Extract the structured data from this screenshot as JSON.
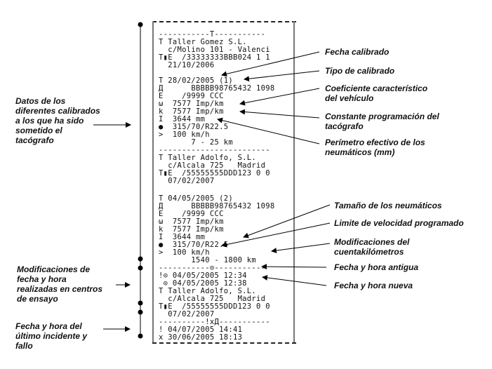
{
  "receipt": {
    "lines": [
      "-----------T-----------",
      "T Taller Gomez S.L.",
      "  c/Molino 101 - Valenci",
      "T▮E  /33333333BBB024 1 1",
      "  21/10/2006",
      "",
      "T 28/02/2005 (1)",
      "Д      BBBBB98765432 1098",
      "E    /9999 CCC",
      "ω  7577 Imp/km",
      "k  7577 Imp/km",
      "I  3644 mm",
      "●  315/70/R22.5",
      ">  100 km/h",
      "       7 - 25 km",
      "------------------------",
      "T Taller Adolfo, S.L.",
      "  c/Alcala 725   Madrid",
      "T▮E  /55555555DDD123 0 0",
      "  07/02/2007",
      "",
      "T 04/05/2005 (2)",
      "Д      BBBBB98765432 1098",
      "E    /9999 CCC",
      "ω  7577 Imp/km",
      "k  7577 Imp/km",
      "I  3644 mm",
      "●  315/70/R22.5",
      ">  100 km/h",
      "       1540 - 1800 km",
      "-----------⊙-----------",
      "!⊙ 04/05/2005 12:34",
      " ⊙ 04/05/2005 12:38",
      "T Taller Adolfo, S.L.",
      "  c/Alcala 725   Madrid",
      "T▮E  /55555555DDD123 0 0",
      "  07/02/2007",
      "----------!xД-----------",
      "! 04/07/2005 14:41",
      "x 30/06/2005 18:13"
    ]
  },
  "left_labels": {
    "calibrations": "Datos de los\ndiferentes calibrados\na los que ha sido\nsometido el\ntacógrafo",
    "time_changes": "Modificaciones de\nfecha y hora\nrealizadas en centros\nde ensayo",
    "last_incident": "Fecha y hora del\núltimo incidente y\nfallo"
  },
  "right_labels": {
    "calibration_date": "Fecha calibrado",
    "calibration_type": "Tipo de calibrado",
    "vehicle_coefficient": "Coeficiente característico\ndel vehículo",
    "tachograph_constant": "Constante programación del\ntacógrafo",
    "tyre_perimeter": "Perímetro efectivo de los\nneumáticos (mm)",
    "tyre_size": "Tamaño de los neumáticos",
    "speed_limit": "Limite de velocidad programado",
    "odometer_changes": "Modificaciones del\ncuentakilómetros",
    "old_datetime": "Fecha y hora antigua",
    "new_datetime": "Fecha y hora nueva"
  }
}
